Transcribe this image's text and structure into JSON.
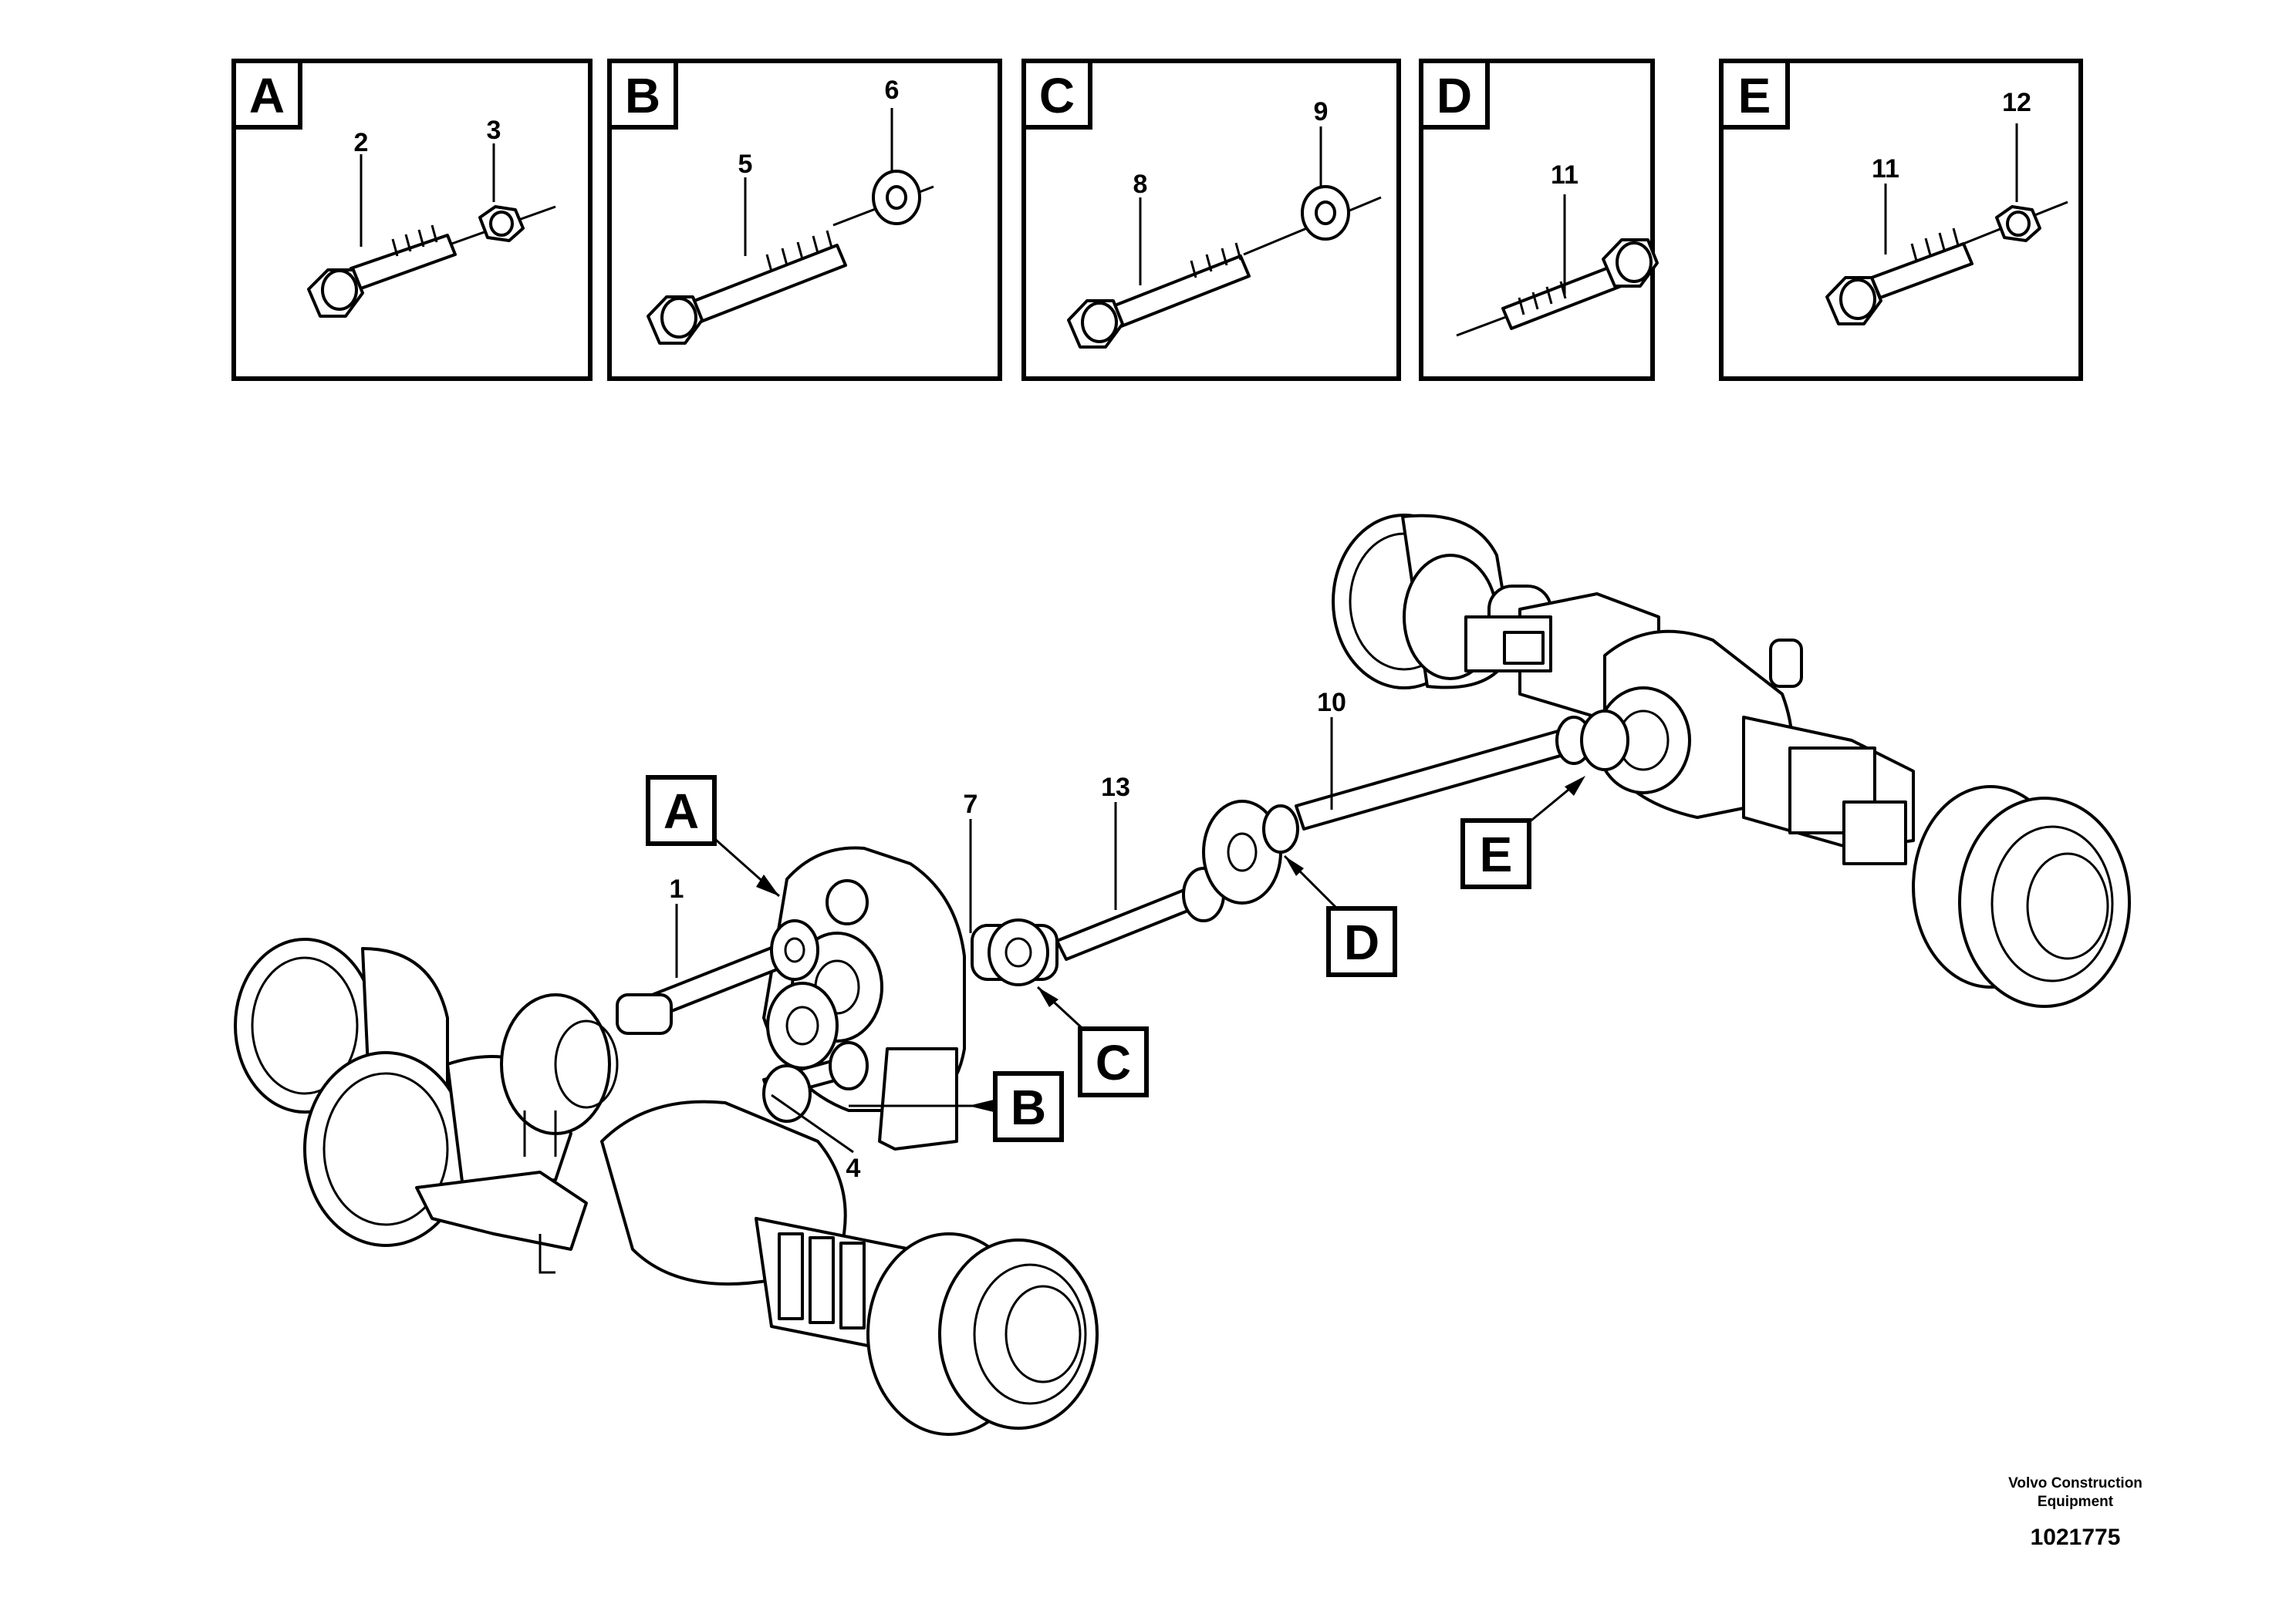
{
  "detail_panels": [
    {
      "letter": "A",
      "callouts": [
        "2",
        "3"
      ]
    },
    {
      "letter": "B",
      "callouts": [
        "5",
        "6"
      ]
    },
    {
      "letter": "C",
      "callouts": [
        "8",
        "9"
      ]
    },
    {
      "letter": "D",
      "callouts": [
        "11"
      ]
    },
    {
      "letter": "E",
      "callouts": [
        "11",
        "12"
      ]
    }
  ],
  "main_callouts": [
    "1",
    "4",
    "7",
    "10",
    "13"
  ],
  "main_detail_tags": [
    "A",
    "B",
    "C",
    "D",
    "E"
  ],
  "footer": {
    "maker": "Volvo Construction Equipment",
    "document_number": "1021775"
  },
  "colors": {
    "line": "#000000",
    "background": "#ffffff"
  }
}
